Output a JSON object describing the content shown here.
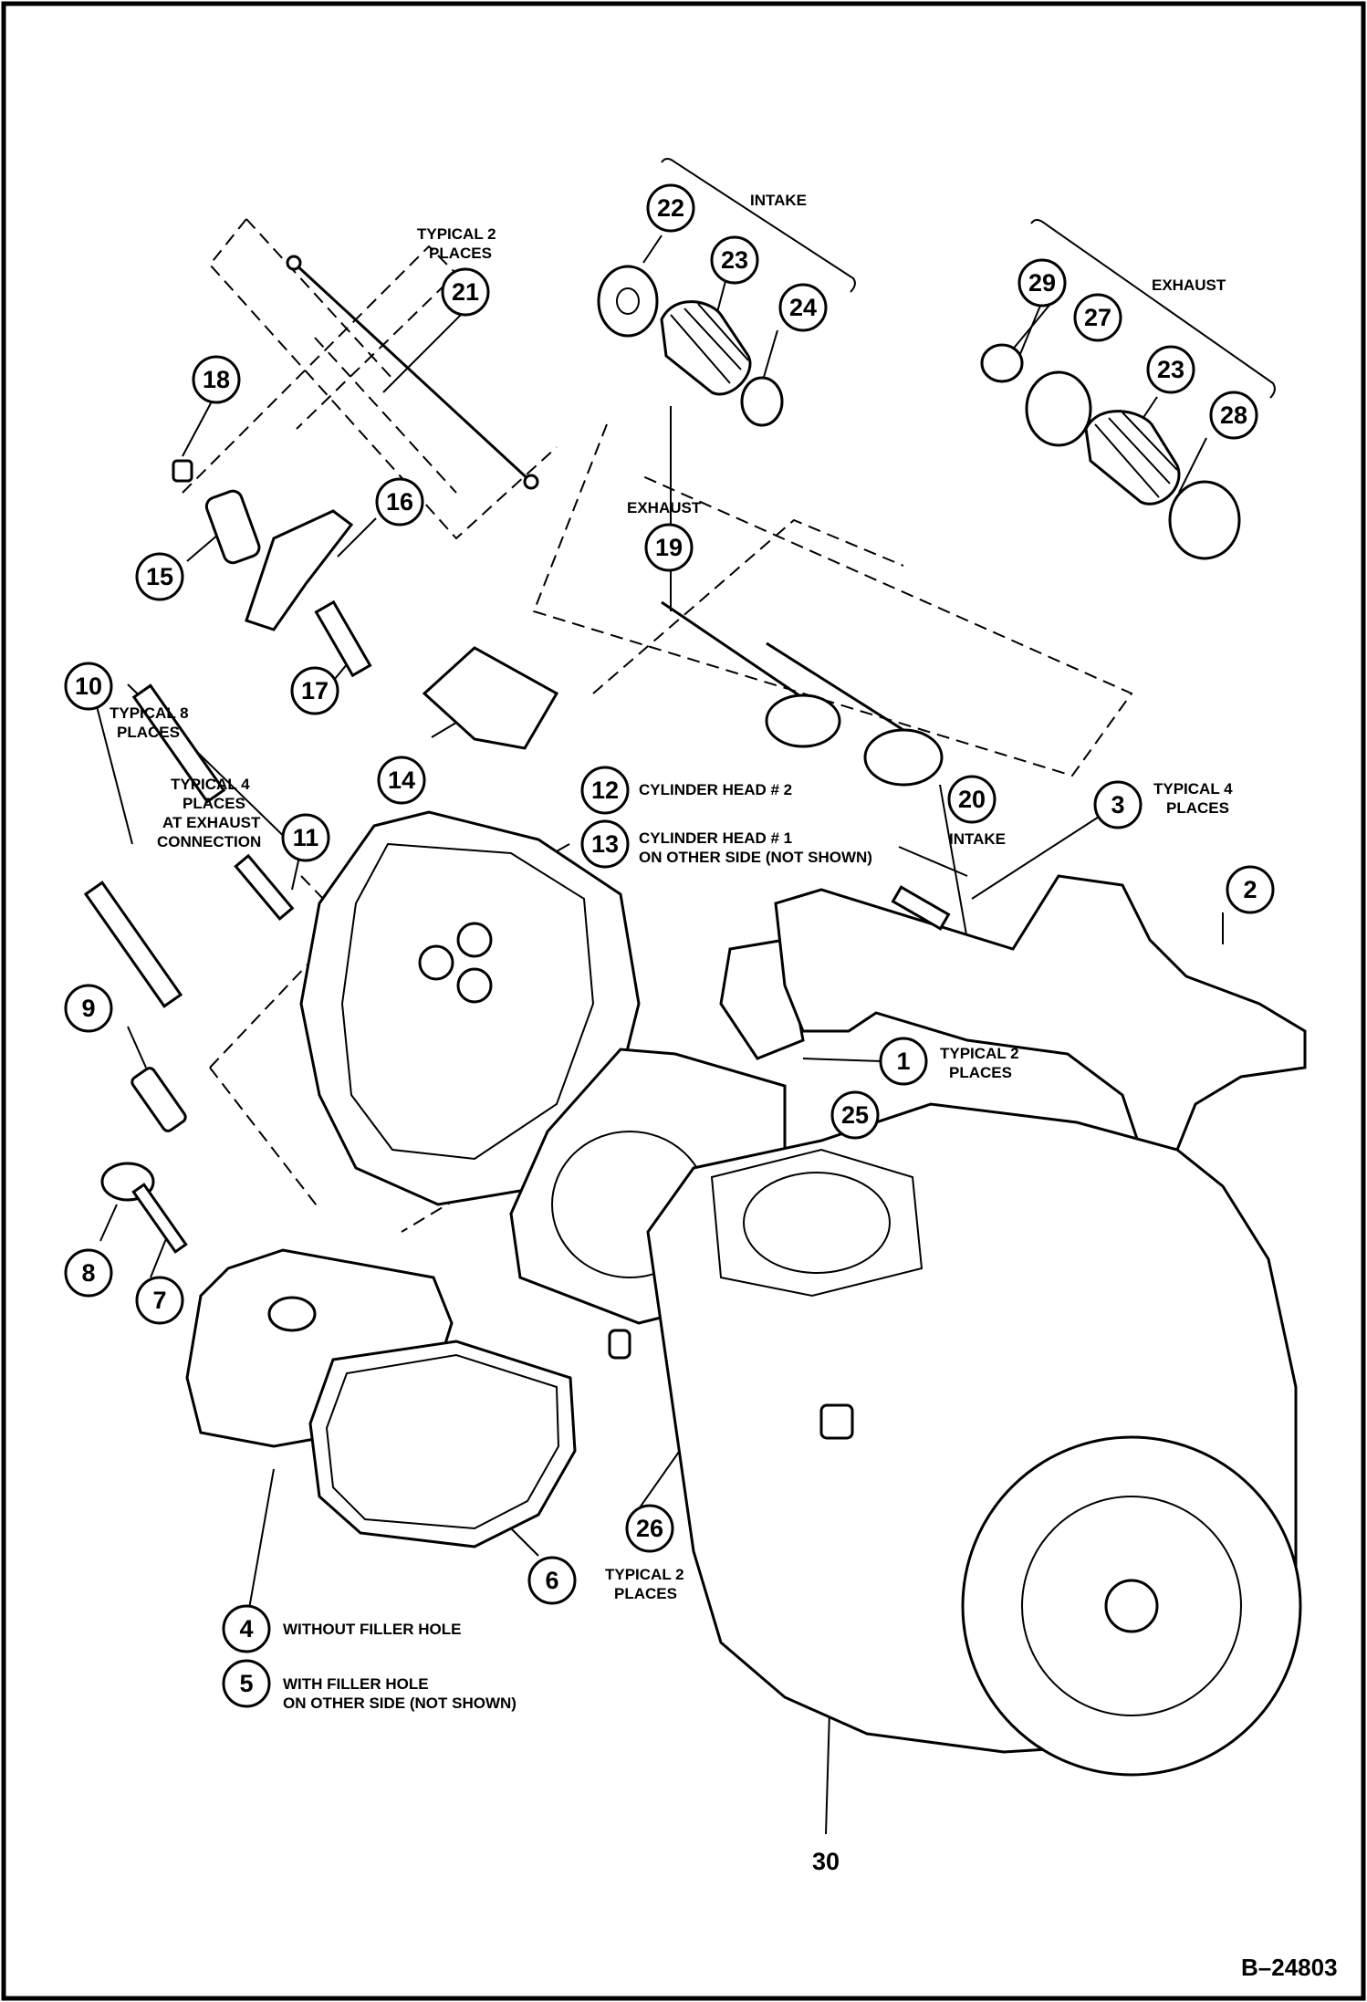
{
  "figure_ref": "B–24803",
  "callouts": {
    "c1": "1",
    "c2": "2",
    "c3": "3",
    "c4": "4",
    "c5": "5",
    "c6": "6",
    "c7": "7",
    "c8": "8",
    "c9": "9",
    "c10": "10",
    "c11": "11",
    "c12": "12",
    "c13": "13",
    "c14": "14",
    "c15": "15",
    "c16": "16",
    "c17": "17",
    "c18": "18",
    "c19": "19",
    "c20": "20",
    "c21": "21",
    "c22": "22",
    "c23a": "23",
    "c23b": "23",
    "c24": "24",
    "c25": "25",
    "c26": "26",
    "c27": "27",
    "c28": "28",
    "c29": "29",
    "c30": "30"
  },
  "notes": {
    "intake_top": "INTAKE",
    "exhaust_top": "EXHAUST",
    "exhaust_valve": "EXHAUST",
    "intake_valve": "INTAKE",
    "typ2_places_21_l1": "TYPICAL 2",
    "typ2_places_21_l2": "PLACES",
    "typ8_l1": "TYPICAL 8",
    "typ8_l2": "PLACES",
    "typ4_exh_l1": "TYPICAL 4",
    "typ4_exh_l2": "PLACES",
    "typ4_exh_l3": "AT EXHAUST",
    "typ4_exh_l4": "CONNECTION",
    "cyl_head_2": "CYLINDER HEAD # 2",
    "cyl_head_1_l1": "CYLINDER HEAD # 1",
    "cyl_head_1_l2": "ON OTHER SIDE (NOT SHOWN)",
    "typ4_places_3_l1": "TYPICAL 4",
    "typ4_places_3_l2": "PLACES",
    "typ2_places_1_l1": "TYPICAL 2",
    "typ2_places_1_l2": "PLACES",
    "typ2_places_26_l1": "TYPICAL 2",
    "typ2_places_26_l2": "PLACES",
    "without_filler": "WITHOUT FILLER HOLE",
    "with_filler_l1": "WITH FILLER HOLE",
    "with_filler_l2": "ON OTHER SIDE (NOT SHOWN)"
  }
}
